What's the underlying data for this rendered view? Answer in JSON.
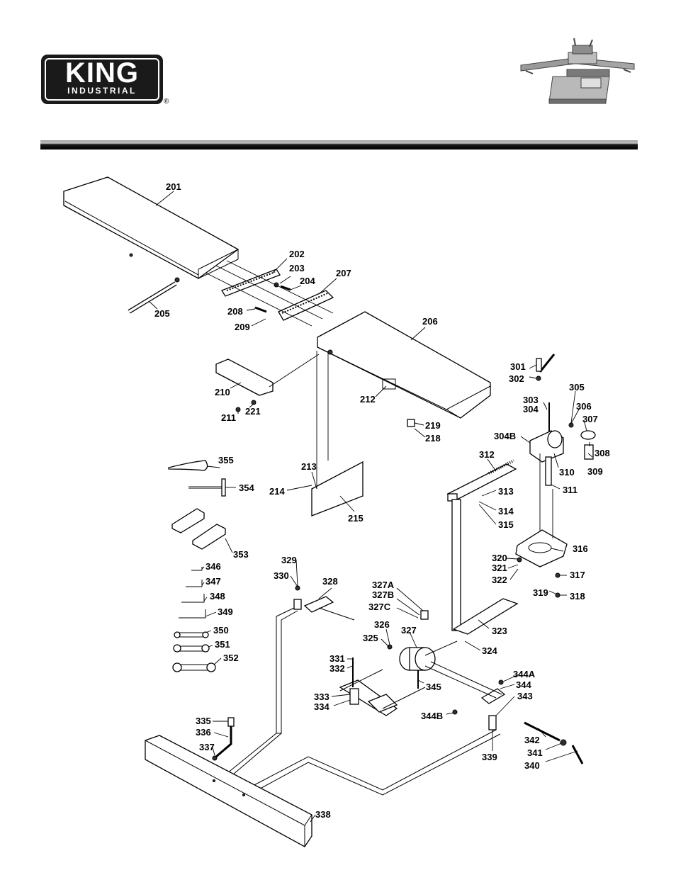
{
  "header": {
    "brand_word": "KING",
    "brand_sub": "INDUSTRIAL",
    "registered_mark": "®"
  },
  "diagram": {
    "part_labels": [
      "201",
      "202",
      "203",
      "204",
      "205",
      "206",
      "207",
      "208",
      "209",
      "210",
      "211",
      "212",
      "213",
      "214",
      "215",
      "218",
      "219",
      "221",
      "301",
      "302",
      "303",
      "304",
      "304B",
      "305",
      "306",
      "307",
      "308",
      "309",
      "310",
      "311",
      "312",
      "313",
      "314",
      "315",
      "316",
      "317",
      "318",
      "319",
      "320",
      "321",
      "322",
      "323",
      "324",
      "325",
      "326",
      "327",
      "327A",
      "327B",
      "327C",
      "328",
      "329",
      "330",
      "331",
      "332",
      "333",
      "334",
      "335",
      "336",
      "337",
      "338",
      "339",
      "340",
      "341",
      "342",
      "343",
      "344",
      "344A",
      "344B",
      "345",
      "346",
      "347",
      "348",
      "349",
      "350",
      "351",
      "352",
      "353",
      "354",
      "355"
    ]
  }
}
